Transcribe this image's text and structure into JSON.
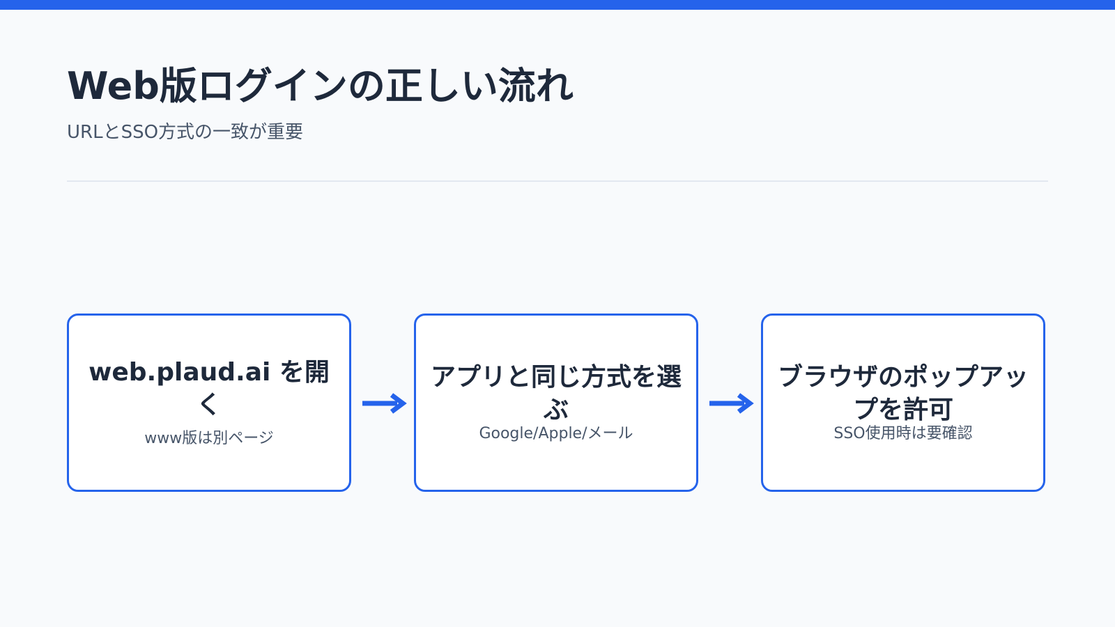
{
  "slide": {
    "title": "Web版ログインの正しい流れ",
    "subtitle": "URLとSSO方式の一致が重要"
  },
  "steps": [
    {
      "title": "web.plaud.ai を開く",
      "desc": "www版は別ページ"
    },
    {
      "title": "アプリと同じ方式を選ぶ",
      "desc": "Google/Apple/メール"
    },
    {
      "title": "ブラウザのポップアップを許可",
      "desc": "SSO使用時は要確認"
    }
  ],
  "colors": {
    "accent": "#2563eb",
    "background": "#f8fafc",
    "title_text": "#1e293b",
    "body_text": "#475569",
    "divider": "#e2e8f0",
    "box_fill": "#ffffff"
  }
}
